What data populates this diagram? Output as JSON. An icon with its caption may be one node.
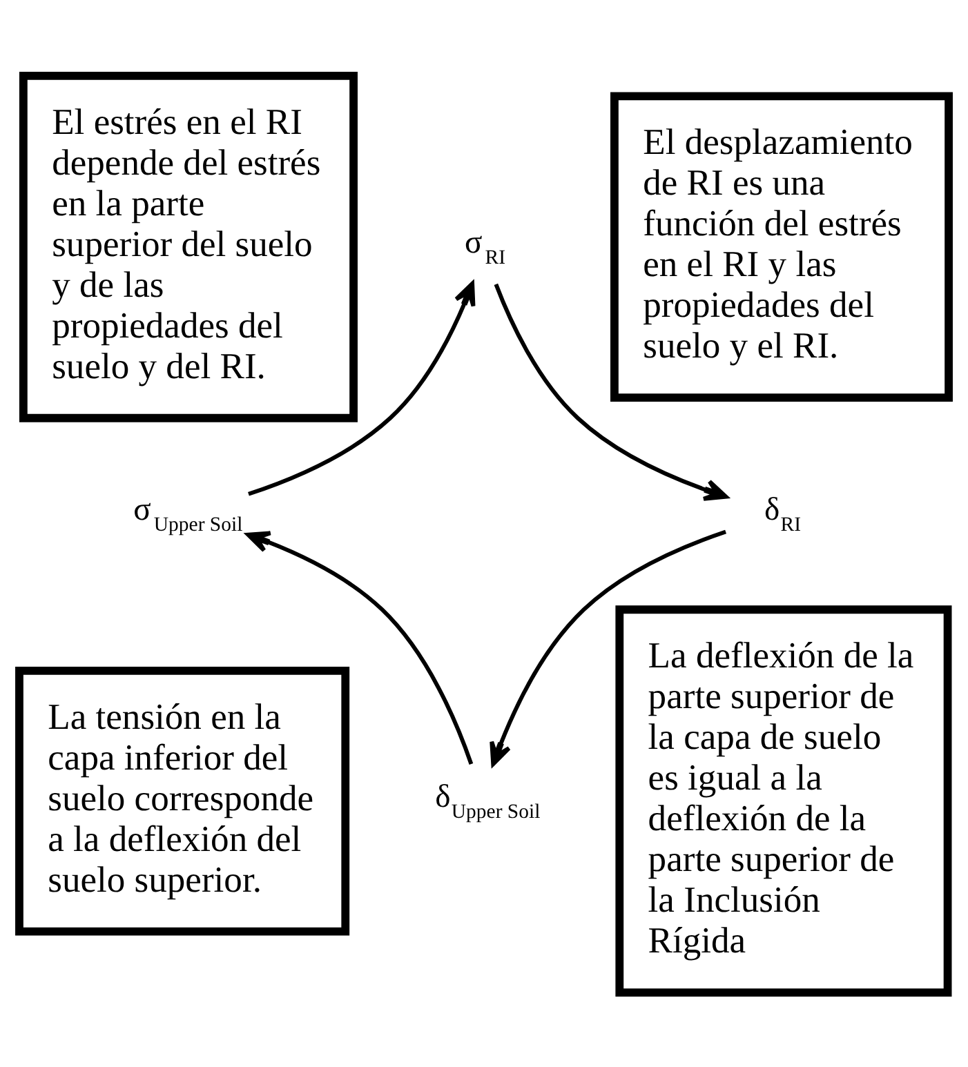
{
  "diagram": {
    "nodes": [
      {
        "text": [
          "El estrés en el RI depende del estrés en la parte superior del suelo y de las propiedades del suelo y del RI."
        ]
      },
      {
        "text": [
          "El desplazamiento de RI es una función del estrés en el RI y las propiedades del suelo y el RI."
        ]
      },
      {
        "text": [
          "σ$_{RI}$"
        ]
      },
      {
        "text": [
          "σ$_{Upper Soil}$"
        ]
      },
      {
        "text": [
          "δ$_{RI}$"
        ]
      },
      {
        "text": [
          "δ$_{Upper Soil}$"
        ]
      },
      {
        "text": [
          "La tensión en la capa inferior del suelo corresponde a la deflexión del suelo superior."
        ]
      },
      {
        "text": [
          "La deflexión de la parte superior de la capa de suelo es igual a la deflexión de la parte superior de la Inclusión Rígida"
        ]
      }
    ],
    "edges": [
      {
        "from": 2,
        "to": 4,
        "arrow": "to"
      },
      {
        "from": 4,
        "to": 5,
        "arrow": "to"
      },
      {
        "from": 5,
        "to": 3,
        "arrow": "to"
      },
      {
        "from": 3,
        "to": 2,
        "arrow": "to"
      }
    ]
  }
}
